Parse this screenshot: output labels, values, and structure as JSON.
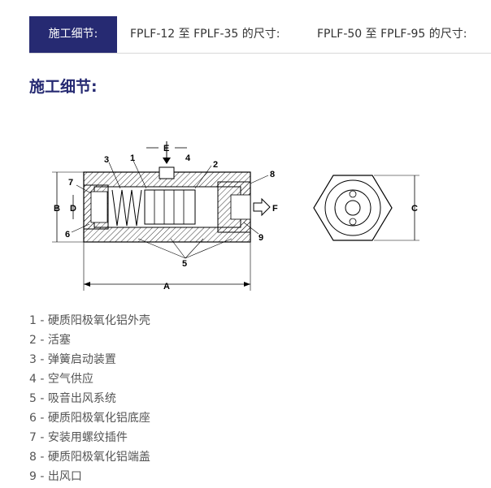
{
  "tabs": [
    {
      "label": "施工细节:",
      "active": true
    },
    {
      "label": "FPLF-12 至 FPLF-35 的尺寸:",
      "active": false
    },
    {
      "label": "FPLF-50 至 FPLF-95 的尺寸:",
      "active": false
    }
  ],
  "section": {
    "title": "施工细节:"
  },
  "diagram": {
    "dimension_labels": {
      "A": "A",
      "B": "B",
      "C": "C",
      "D": "D",
      "E": "E",
      "F": "F"
    },
    "callouts": {
      "n1": "1",
      "n2": "2",
      "n3": "3",
      "n4": "4",
      "n5": "5",
      "n6": "6",
      "n7": "7",
      "n8": "8",
      "n9": "9"
    }
  },
  "legend": [
    "1 - 硬质阳极氧化铝外壳",
    "2 - 活塞",
    "3 - 弹簧启动装置",
    "4 - 空气供应",
    "5 - 吸音出风系统",
    "6 - 硬质阳极氧化铝底座",
    "7 - 安装用螺纹插件",
    "8 - 硬质阳极氧化铝端盖",
    "9 - 出风口"
  ],
  "colors": {
    "accent": "#262a72",
    "text": "#555555"
  }
}
